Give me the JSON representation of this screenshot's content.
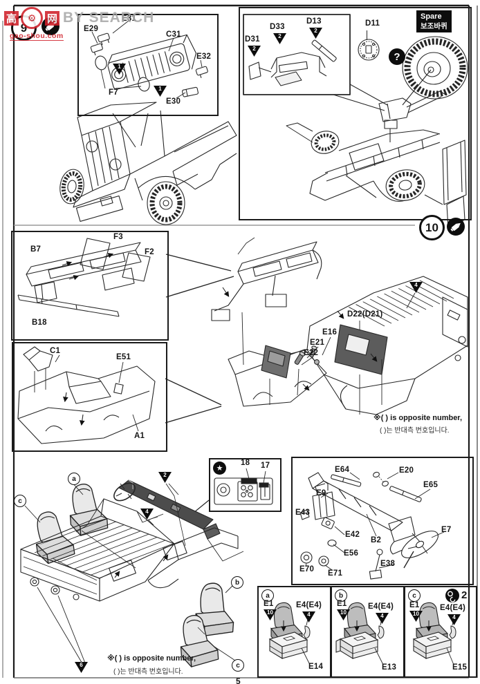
{
  "watermark": {
    "cn_left": "高",
    "gear": "⚙",
    "cn_right": "网",
    "brand": "BY SEARCH",
    "site": "gao-shou.com"
  },
  "page_number": "5",
  "icons": {
    "question": "?",
    "star": "★"
  },
  "notes": {
    "en": "※( ) is opposite number,",
    "kr": "( )는 반대측 번호입니다."
  },
  "step9": {
    "number": "9",
    "grille_box": {
      "e31": "E31",
      "e29": "E29",
      "c31": "C31",
      "e32": "E32",
      "f7": "F7",
      "e30": "E30",
      "qty_a": "1",
      "qty_b": "1"
    },
    "spare_box": {
      "d31": "D31",
      "d31_qty": "2",
      "d33": "D33",
      "d33_qty": "2",
      "d13": "D13",
      "d13_qty": "2",
      "d11": "D11",
      "spare_en": "Spare",
      "spare_kr": "보조바퀴"
    }
  },
  "step10": {
    "number": "10",
    "windshield_box": {
      "f3": "F3",
      "b7": "B7",
      "f2": "F2",
      "b18": "B18"
    },
    "tub_box": {
      "c1": "C1",
      "e51": "E51",
      "a1": "A1"
    },
    "chassis": {
      "qty4": "4",
      "d22": "D22(D21)",
      "e16": "E16",
      "e21": "E21",
      "e22": "E22"
    },
    "decal_box": {
      "n18": "18",
      "n17": "17"
    },
    "parts_box": {
      "e64": "E64",
      "e20": "E20",
      "e65": "E65",
      "e9": "E9",
      "e43": "E43",
      "e42": "E42",
      "b2": "B2",
      "e7": "E7",
      "e56": "E56",
      "e38": "E38",
      "e70": "E70",
      "e71": "E71"
    },
    "assembly": {
      "seat_a": "a",
      "seat_c_top": "c",
      "seat_b": "b",
      "seat_c_bottom": "c",
      "dash_qty": "2",
      "col_qty": "4",
      "light_qty": "6"
    },
    "seat_boxes": [
      {
        "letter": "a",
        "e1": "E1",
        "e1_qty": "10",
        "e4": "E4(E4)",
        "e4_qty": "4",
        "base": "E14"
      },
      {
        "letter": "b",
        "e1": "E1",
        "e1_qty": "10",
        "e4": "E4(E4)",
        "e4_qty": "4",
        "base": "E13"
      },
      {
        "letter": "c",
        "e1": "E1",
        "e1_qty": "10",
        "e4": "E4(E4)",
        "e4_qty": "4",
        "base": "E15",
        "make_qty": "2"
      }
    ]
  }
}
